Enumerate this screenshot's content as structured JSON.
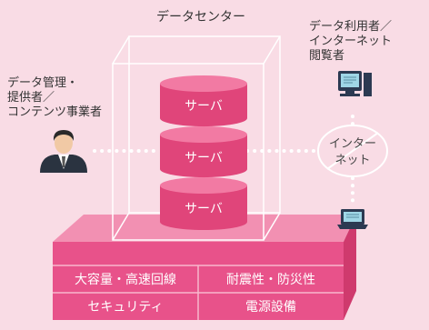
{
  "datacenter": {
    "title": "データセンター"
  },
  "servers": [
    {
      "label": "サーバ"
    },
    {
      "label": "サーバ"
    },
    {
      "label": "サーバ"
    }
  ],
  "provider": {
    "line1": "データ管理・",
    "line2": "提供者／",
    "line3": "コンテンツ事業者"
  },
  "user": {
    "line1": "データ利用者／",
    "line2": "インターネット",
    "line3": "閲覧者"
  },
  "internet": {
    "line1": "インター",
    "line2": "ネット"
  },
  "features": [
    {
      "label": "大容量・高速回線"
    },
    {
      "label": "耐震性・防災性"
    },
    {
      "label": "セキュリティ"
    },
    {
      "label": "電源設備"
    }
  ],
  "colors": {
    "background": "#f9dce5",
    "server_main": "#e0457a",
    "server_top": "#f27aa3",
    "platform_front": "#e8528a",
    "platform_top": "#f290b2",
    "platform_side": "#cf3a6d",
    "dots": "#ffffff"
  },
  "icons": {
    "provider": "businessman-icon",
    "desktop": "desktop-computer-icon",
    "laptop": "laptop-icon",
    "internet": "cloud-icon"
  }
}
